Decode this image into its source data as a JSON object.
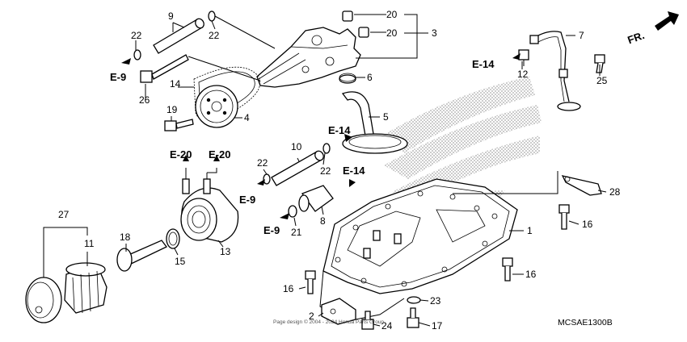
{
  "diagram": {
    "part_numbers": {
      "p1": "1",
      "p2": "2",
      "p3": "3",
      "p4": "4",
      "p5": "5",
      "p6": "6",
      "p7": "7",
      "p8": "8",
      "p9": "9",
      "p10": "10",
      "p11": "11",
      "p12": "12",
      "p13": "13",
      "p14": "14",
      "p15": "15",
      "p16": "16",
      "p17": "17",
      "p18": "18",
      "p19": "19",
      "p20": "20",
      "p21": "21",
      "p22": "22",
      "p23": "23",
      "p24": "24",
      "p25": "25",
      "p26": "26",
      "p27": "27",
      "p28": "28"
    },
    "section_refs": {
      "e9": "E-9",
      "e14": "E-14",
      "e20": "E-20"
    },
    "front_label": "FR.",
    "diagram_code": "MCSAE1300B",
    "copyright": "Page design © 2004 - 2024 Honda Parts Group"
  },
  "colors": {
    "ink": "#000000",
    "hatch": "#bdbdbd",
    "paper": "#ffffff"
  },
  "icons": [
    "front-direction-arrow-icon"
  ]
}
